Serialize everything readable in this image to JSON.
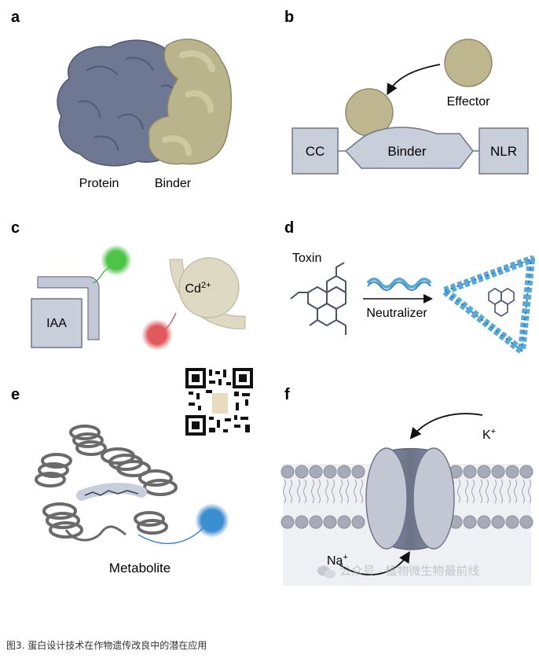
{
  "panels": {
    "a": {
      "letter": "a",
      "label_protein": "Protein",
      "label_binder": "Binder"
    },
    "b": {
      "letter": "b",
      "label_effector": "Effector",
      "label_cc": "CC",
      "label_binder": "Binder",
      "label_nlr": "NLR"
    },
    "c": {
      "letter": "c",
      "label_iaa": "IAA",
      "label_cd": "Cd",
      "label_cd_sup": "2+"
    },
    "d": {
      "letter": "d",
      "label_toxin": "Toxin",
      "label_neutralizer": "Neutralizer"
    },
    "e": {
      "letter": "e",
      "label_metabolite": "Metabolite"
    },
    "f": {
      "letter": "f",
      "label_k": "K",
      "label_k_sup": "+",
      "label_na": "Na",
      "label_na_sup": "+"
    }
  },
  "watermark": {
    "text": "公众号 · 植物微生物最前线",
    "icon": "wechat-icon"
  },
  "caption": "图3. 蛋白设计技术在作物遗传改良中的潜在应用",
  "colors": {
    "protein": "#6f7893",
    "binder": "#b9b48c",
    "box_fill": "#c9cedb",
    "box_stroke": "#6f7688",
    "green_glow": "#4cc447",
    "red_glow": "#df5a5e",
    "blue_glow": "#3a8fd0",
    "helix_blue": "#5aa8d8",
    "membrane": "#a7abb8"
  }
}
